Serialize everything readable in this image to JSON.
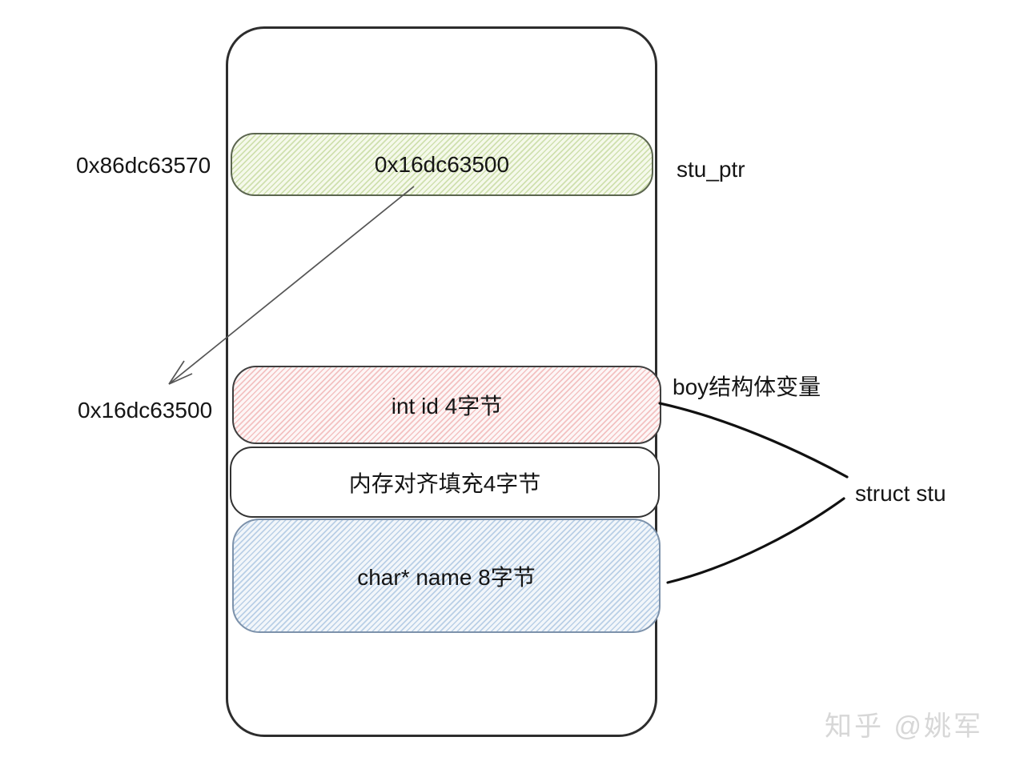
{
  "colors": {
    "outline": "#2d2d2d",
    "green-bg": "#f5f9eb",
    "green-stripe": "#cfe0ae",
    "green-border": "#5c6650",
    "pink-bg": "#fdf6f6",
    "pink-stripe": "#f3c1c1",
    "pink-border": "#3f3f3f",
    "white-border": "#333333",
    "blue-bg": "#f2f6fa",
    "blue-stripe": "#b9cfe6",
    "blue-border": "#7d92ab",
    "connector": "#111111",
    "arrow": "#555555",
    "text": "#151515",
    "watermark": "#d7d7d7"
  },
  "diagram": {
    "pointer_row": {
      "address_label": "0x86dc63570",
      "cell_value": "0x16dc63500",
      "pointer_name": "stu_ptr"
    },
    "struct_block": {
      "address_label": "0x16dc63500",
      "variable_label": "boy结构体变量",
      "type_label": "struct stu",
      "rows": [
        {
          "label": "int id 4字节"
        },
        {
          "label": "内存对齐填充4字节"
        },
        {
          "label": "char* name 8字节"
        }
      ]
    },
    "watermark": "知乎 @姚军"
  }
}
